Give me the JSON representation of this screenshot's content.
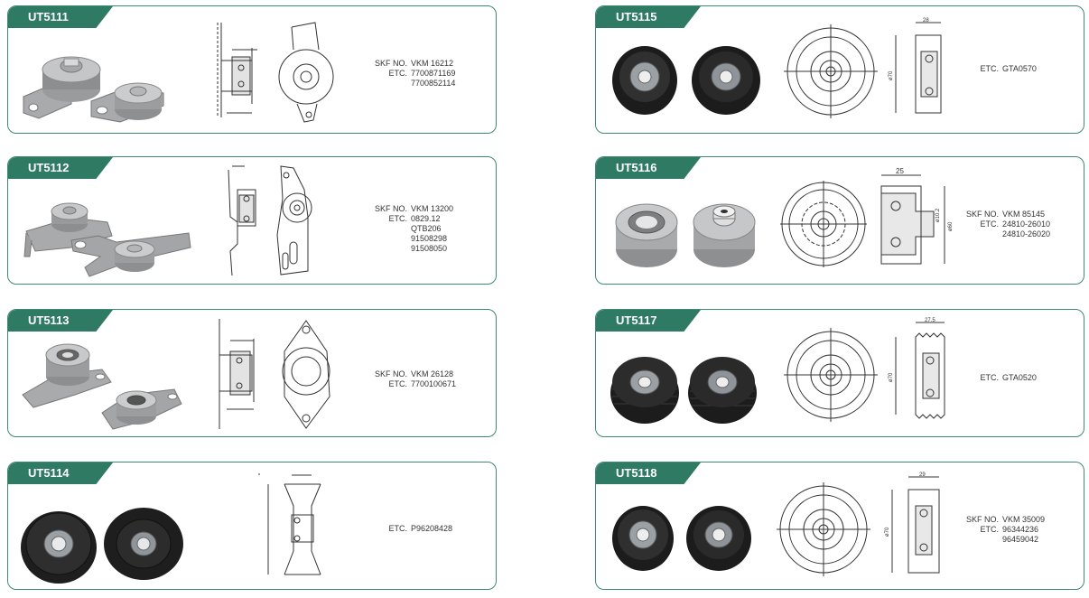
{
  "colors": {
    "accent": "#2f7a63",
    "border": "#3f8a72"
  },
  "products": [
    {
      "code": "UT5111",
      "refs": [
        {
          "label": "SKF NO.",
          "values": [
            "VKM 16212"
          ]
        },
        {
          "label": "ETC.",
          "values": [
            "7700871169",
            "7700852114"
          ]
        }
      ]
    },
    {
      "code": "UT5112",
      "refs": [
        {
          "label": "SKF NO.",
          "values": [
            "VKM 13200"
          ]
        },
        {
          "label": "ETC.",
          "values": [
            "0829.12",
            "QTB206",
            "91508298",
            "91508050"
          ]
        }
      ]
    },
    {
      "code": "UT5113",
      "refs": [
        {
          "label": "SKF NO.",
          "values": [
            "VKM 26128"
          ]
        },
        {
          "label": "ETC.",
          "values": [
            "7700100671"
          ]
        }
      ]
    },
    {
      "code": "UT5114",
      "refs": [
        {
          "label": "ETC.",
          "values": [
            "P96208428"
          ]
        }
      ]
    },
    {
      "code": "UT5115",
      "refs": [
        {
          "label": "ETC.",
          "values": [
            "GTA0570"
          ]
        }
      ]
    },
    {
      "code": "UT5116",
      "refs": [
        {
          "label": "SKF NO.",
          "values": [
            "VKM 85145"
          ]
        },
        {
          "label": "ETC.",
          "values": [
            "24810-26010",
            "24810-26020"
          ]
        }
      ]
    },
    {
      "code": "UT5117",
      "refs": [
        {
          "label": "ETC.",
          "values": [
            "GTA0520"
          ]
        }
      ]
    },
    {
      "code": "UT5118",
      "refs": [
        {
          "label": "SKF NO.",
          "values": [
            "VKM 35009"
          ]
        },
        {
          "label": "ETC.",
          "values": [
            "96344236",
            "96459042"
          ]
        }
      ]
    }
  ]
}
